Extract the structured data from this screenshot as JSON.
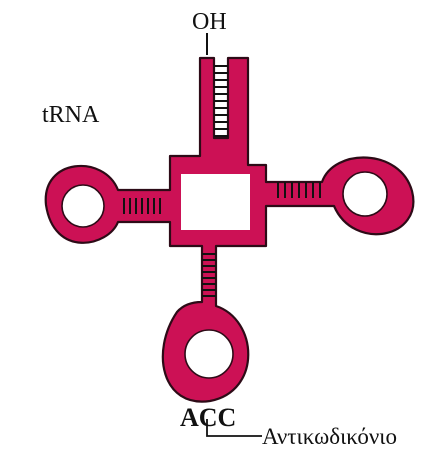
{
  "diagram": {
    "labels": {
      "oh": "OH",
      "trna": "tRNA",
      "acc": "ACC",
      "anticodon": "Αντικωδικόνιο"
    },
    "colors": {
      "structure_fill": "#cc1155",
      "structure_outline": "#2d0b17",
      "inner_fill": "#ffffff",
      "text": "#111111",
      "base_pairs": "#111111"
    }
  }
}
